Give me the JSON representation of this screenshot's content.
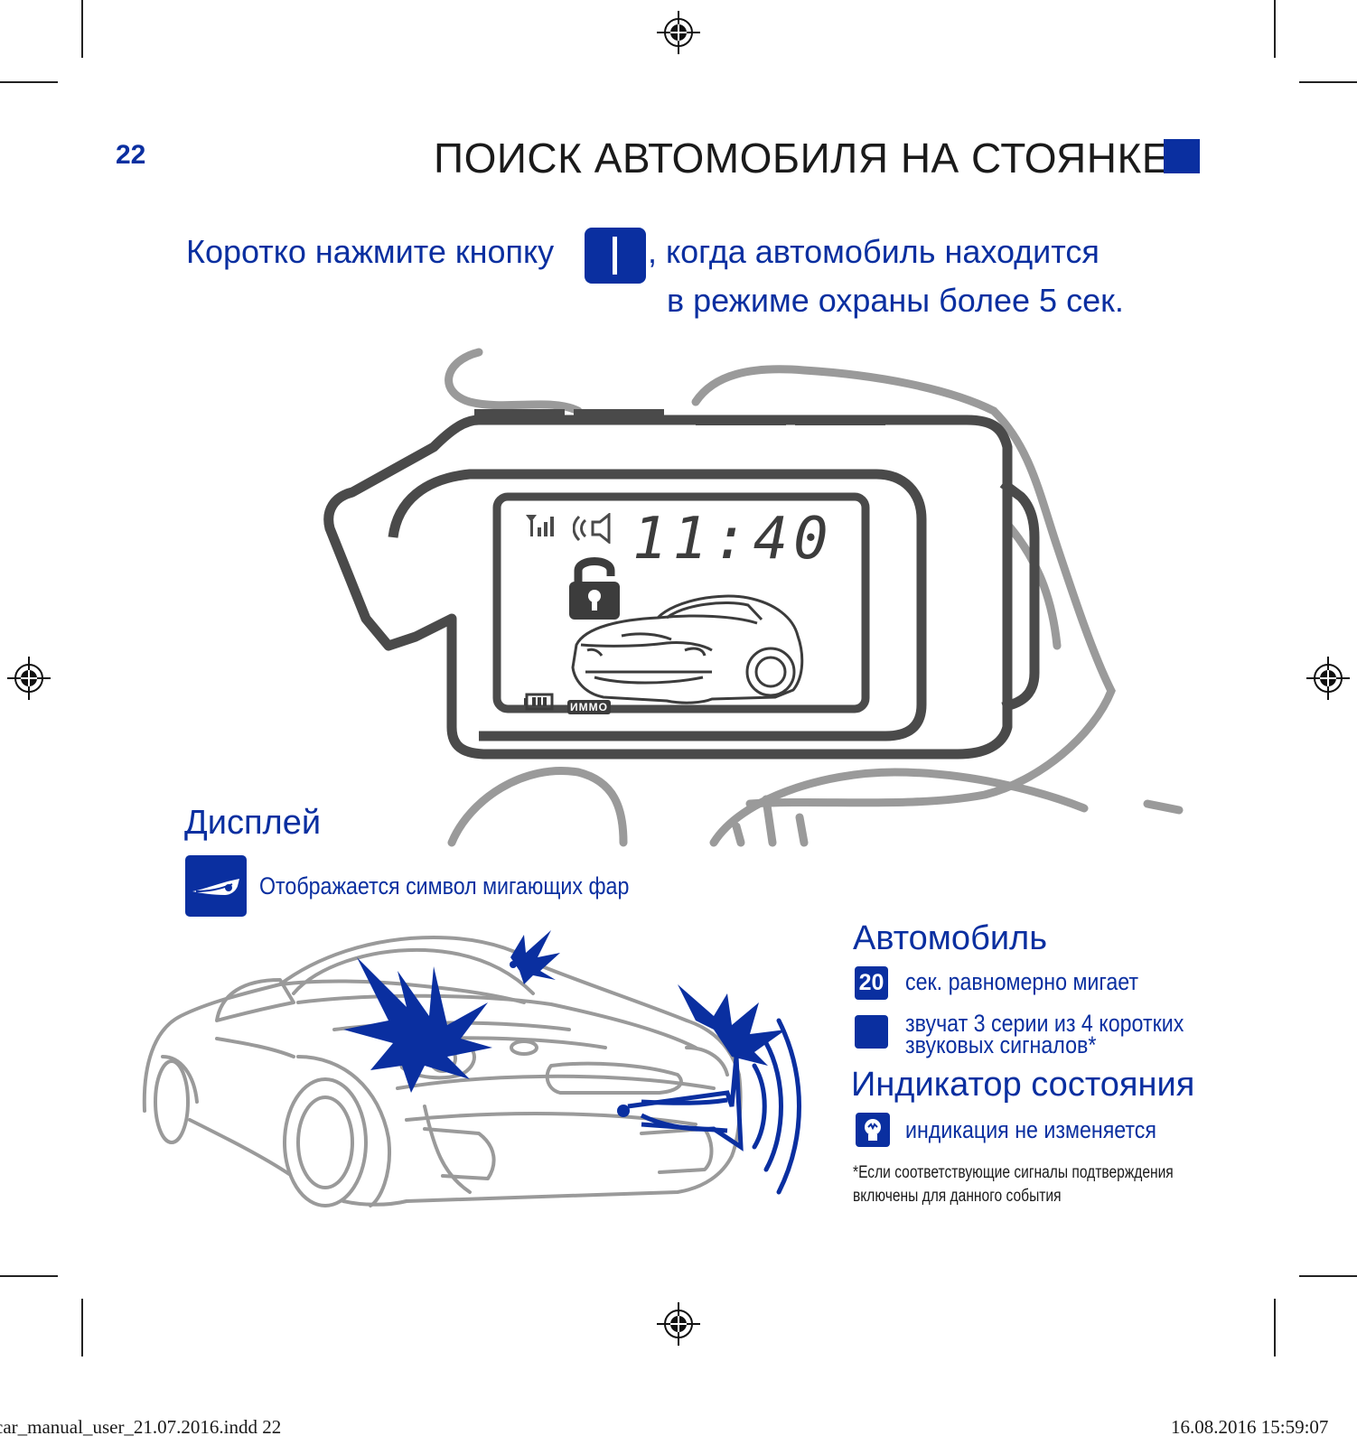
{
  "page": {
    "number": "22",
    "title": "ПОИСК АВТОМОБИЛЯ НА СТОЯНКЕ"
  },
  "instruction": {
    "part1": "Коротко нажмите кнопку",
    "part2": ", когда автомобиль находится",
    "part3": "в режиме охраны более 5 сек.",
    "button_icon": "remote-button-I-icon"
  },
  "fob_display": {
    "time": "11:40",
    "immo_label": "ИММО",
    "icons": [
      "signal-icon",
      "speaker-icon",
      "lock-icon",
      "car-icon",
      "battery-icon"
    ]
  },
  "display_section": {
    "title": "Дисплей",
    "item_text": "Отображается символ мигающих фар",
    "item_icon": "headlight-icon"
  },
  "car_section": {
    "title": "Автомобиль",
    "items": [
      {
        "badge": "20",
        "text": "сек. равномерно мигает"
      },
      {
        "badge": "",
        "text_line1": "звучат 3 серии из 4 коротких",
        "text_line2": "звуковых сигналов*"
      }
    ]
  },
  "status_section": {
    "title": "Индикатор состояния",
    "item_text": "индикация не изменяется",
    "item_icon": "led-bulb-icon"
  },
  "footnote": {
    "line1": "*Если соответствующие сигналы подтверждения",
    "line2": "включены для данного события"
  },
  "footer": {
    "file": "car_manual_user_21.07.2016.indd   22",
    "datetime": "16.08.2016   15:59:07"
  },
  "colors": {
    "brand_blue": "#0a2fa0",
    "outline_gray": "#9a9a9a",
    "fob_dark": "#4a4a4a"
  }
}
